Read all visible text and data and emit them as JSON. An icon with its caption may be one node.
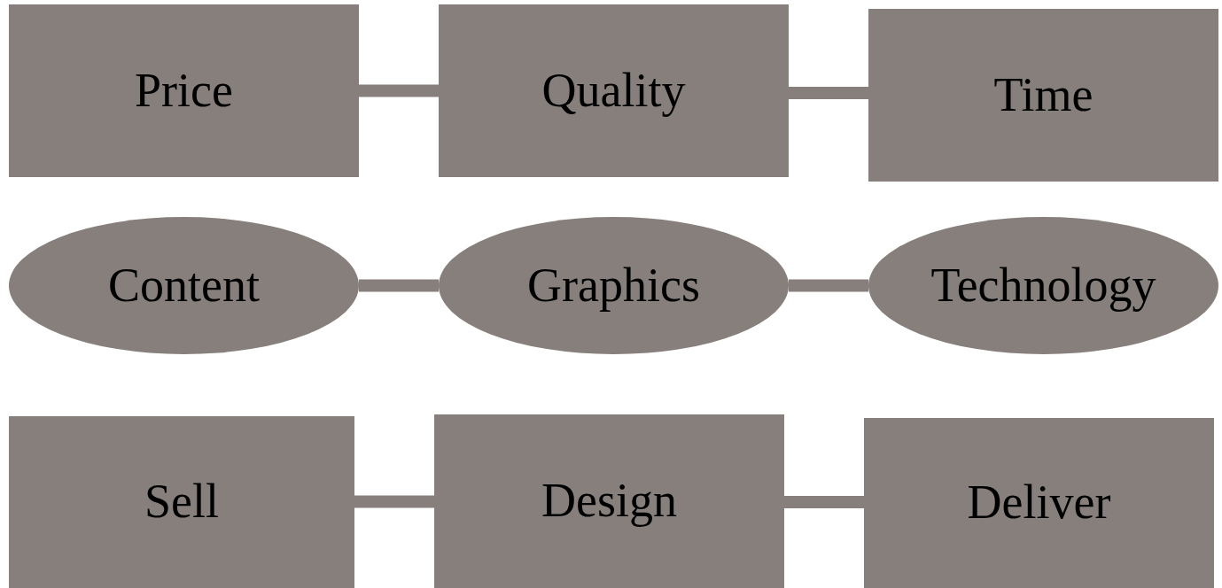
{
  "diagram": {
    "nodes": [
      {
        "text": [
          "Price"
        ]
      },
      {
        "text": [
          "Quality"
        ]
      },
      {
        "text": [
          "Time"
        ]
      },
      {
        "text": [
          "Content"
        ]
      },
      {
        "text": [
          "Graphics"
        ]
      },
      {
        "text": [
          "Technology"
        ]
      },
      {
        "text": [
          "Sell"
        ]
      },
      {
        "text": [
          "Design"
        ]
      },
      {
        "text": [
          "Deliver"
        ]
      }
    ],
    "edges": [
      {
        "from": 0,
        "to": 1,
        "arrow": "none"
      },
      {
        "from": 1,
        "to": 2,
        "arrow": "none"
      },
      {
        "from": 3,
        "to": 4,
        "arrow": "none"
      },
      {
        "from": 4,
        "to": 5,
        "arrow": "none"
      },
      {
        "from": 6,
        "to": 7,
        "arrow": "none"
      },
      {
        "from": 7,
        "to": 8,
        "arrow": "none"
      }
    ]
  }
}
